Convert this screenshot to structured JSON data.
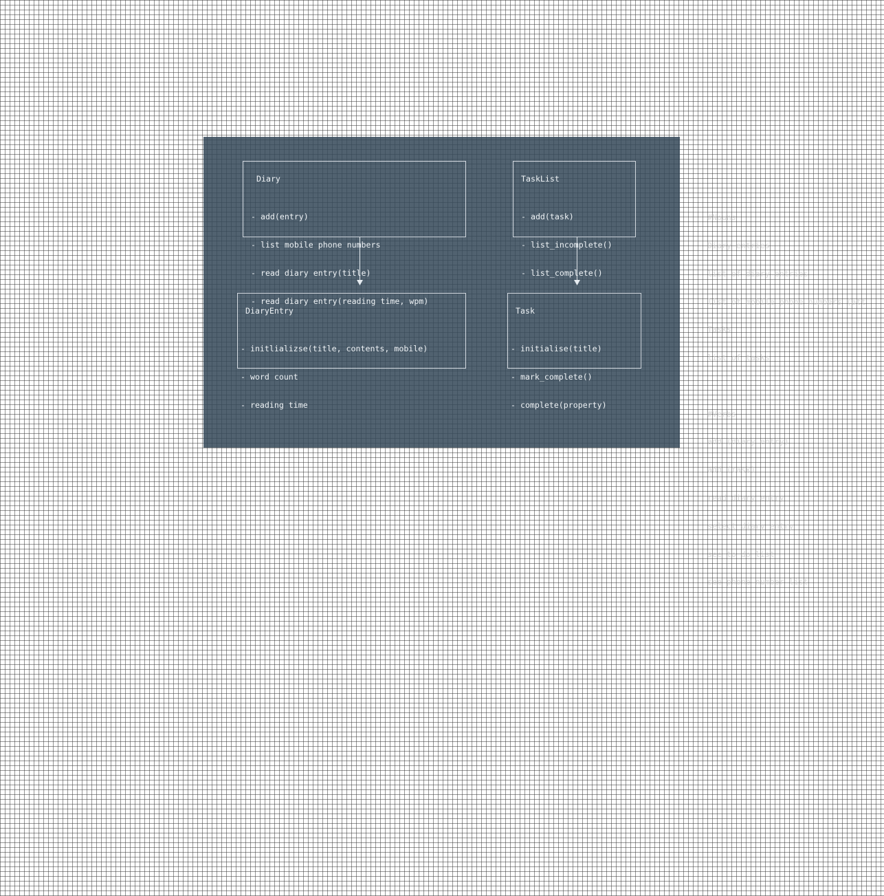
{
  "diagram": {
    "classes": {
      "diary": {
        "name": "Diary",
        "methods": [
          "- add(entry)",
          "- list mobile phone numbers",
          "- read diary entry(title)",
          "- read diary entry(reading time, wpm)"
        ]
      },
      "tasklist": {
        "name": "TaskList",
        "methods": [
          "- add(task)",
          "- list_incomplete()",
          "- list_complete()"
        ]
      },
      "diaryentry": {
        "name": "DiaryEntry",
        "methods": [
          "- initlializse(title, contents, mobile)",
          "- word count",
          "- reading time"
        ]
      },
      "task": {
        "name": "Task",
        "methods": [
          "- initialise(title)",
          "- mark_complete()",
          "- complete(property)"
        ]
      }
    },
    "edges": [
      {
        "from": "Diary",
        "to": "DiaryEntry"
      },
      {
        "from": "TaskList",
        "to": "Task"
      }
    ]
  },
  "notes": {
    "nouns_heading": "#Nouns",
    "nouns": [
      "Diary entries",
      "list of diary entries",
      "list of mobile phone numbers (att",
      "Tasks",
      "list of tasks"
    ],
    "verbs_heading": "#Verbs",
    "verbs": [
      "add (diary entry)",
      "add (task)",
      "read diary entry",
      "select diary entry",
      "see to do list",
      "see phone number list"
    ]
  },
  "colors": {
    "panel": "#344858",
    "box_border": "#ebf0f5",
    "text": "#eef2f5",
    "notes_text": "#cdcdcd"
  }
}
